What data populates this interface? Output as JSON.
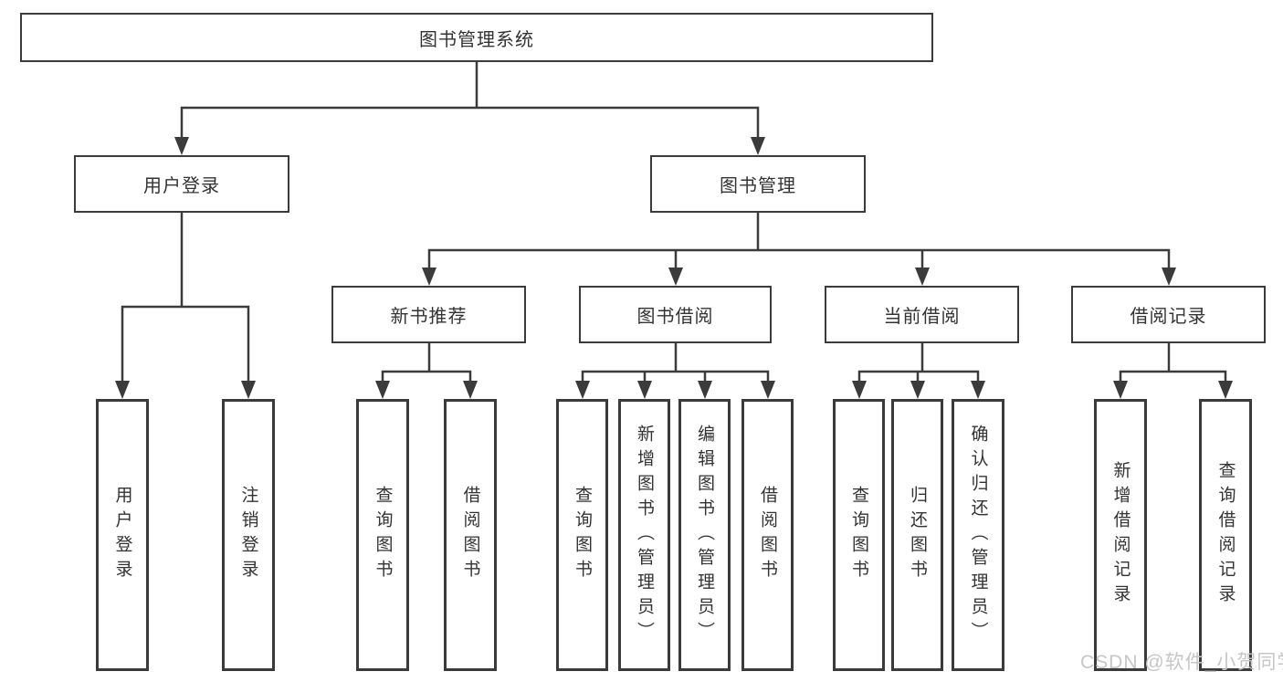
{
  "watermark": "CSDN @软件_小贺同学",
  "colors": {
    "line": "#3b3b3b",
    "text": "#333333",
    "watermark_text": "#c6c6c6",
    "background": "#ffffff"
  },
  "tree": {
    "root": {
      "label": "图书管理系统"
    },
    "branches": [
      {
        "label": "用户登录",
        "children": [
          {
            "label": "用户登录"
          },
          {
            "label": "注销登录"
          }
        ]
      },
      {
        "label": "图书管理",
        "groups": [
          {
            "label": "新书推荐",
            "children": [
              {
                "label": "查询图书"
              },
              {
                "label": "借阅图书"
              }
            ]
          },
          {
            "label": "图书借阅",
            "children": [
              {
                "label": "查询图书"
              },
              {
                "label": "新增图书（管理员）"
              },
              {
                "label": "编辑图书（管理员）"
              },
              {
                "label": "借阅图书"
              }
            ]
          },
          {
            "label": "当前借阅",
            "children": [
              {
                "label": "查询图书"
              },
              {
                "label": "归还图书"
              },
              {
                "label": "确认归还（管理员）"
              }
            ]
          },
          {
            "label": "借阅记录",
            "children": [
              {
                "label": "新增借阅记录"
              },
              {
                "label": "查询借阅记录"
              }
            ]
          }
        ]
      }
    ]
  }
}
